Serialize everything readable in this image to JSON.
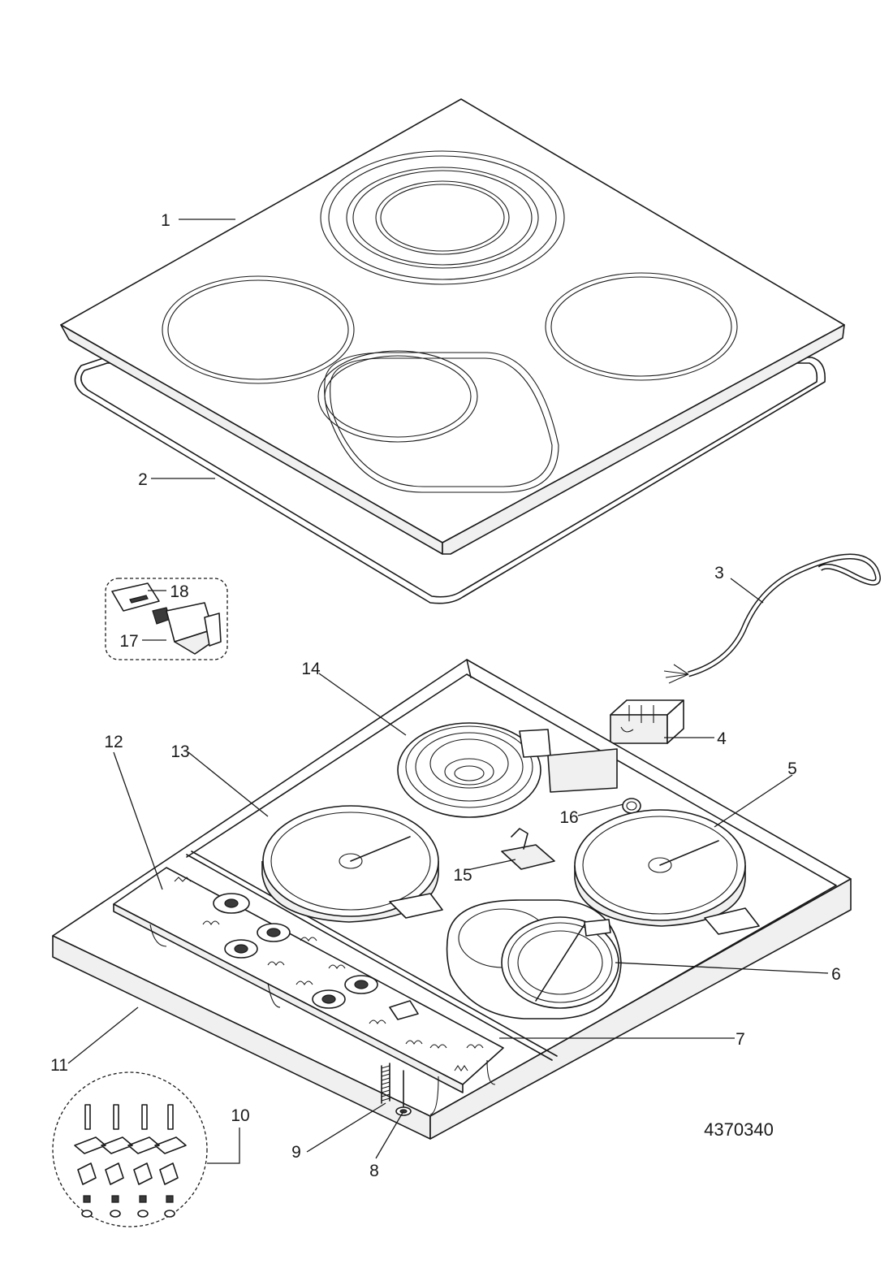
{
  "document_number": "4370340",
  "callouts": [
    {
      "id": "1",
      "label": "1"
    },
    {
      "id": "2",
      "label": "2"
    },
    {
      "id": "3",
      "label": "3"
    },
    {
      "id": "4",
      "label": "4"
    },
    {
      "id": "5",
      "label": "5"
    },
    {
      "id": "6",
      "label": "6"
    },
    {
      "id": "7",
      "label": "7"
    },
    {
      "id": "8",
      "label": "8"
    },
    {
      "id": "9",
      "label": "9"
    },
    {
      "id": "10",
      "label": "10"
    },
    {
      "id": "11",
      "label": "11"
    },
    {
      "id": "12",
      "label": "12"
    },
    {
      "id": "13",
      "label": "13"
    },
    {
      "id": "14",
      "label": "14"
    },
    {
      "id": "15",
      "label": "15"
    },
    {
      "id": "16",
      "label": "16"
    },
    {
      "id": "17",
      "label": "17"
    },
    {
      "id": "18",
      "label": "18"
    }
  ]
}
